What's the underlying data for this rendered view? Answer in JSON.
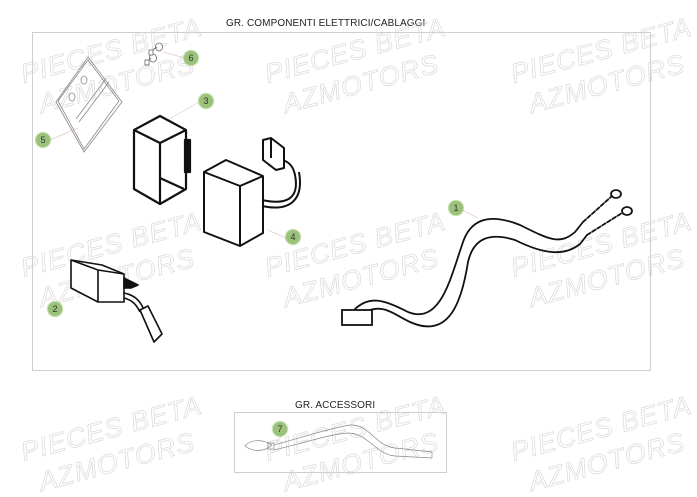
{
  "sections": [
    {
      "id": "electrical",
      "title": "GR. COMPONENTI ELETTRICI/CABLAGGI",
      "parts": [
        {
          "ref": "1",
          "name": "wiring-harness"
        },
        {
          "ref": "2",
          "name": "relay-with-connector"
        },
        {
          "ref": "3",
          "name": "rectangular-box-component"
        },
        {
          "ref": "4",
          "name": "box-component-with-cable-connector"
        },
        {
          "ref": "5",
          "name": "mounting-plate"
        },
        {
          "ref": "6",
          "name": "screws-washers"
        }
      ]
    },
    {
      "id": "accessories",
      "title": "GR. ACCESSORI",
      "parts": [
        {
          "ref": "7",
          "name": "strap-lanyard"
        }
      ]
    }
  ],
  "watermark": {
    "line1": "PIECES BETA",
    "line2": "AZMOTORS"
  },
  "colors": {
    "badge": "#9bc27a",
    "panel_border": "#cfcfcf",
    "watermark": "#d3d3d3",
    "line_art": "#111111"
  }
}
